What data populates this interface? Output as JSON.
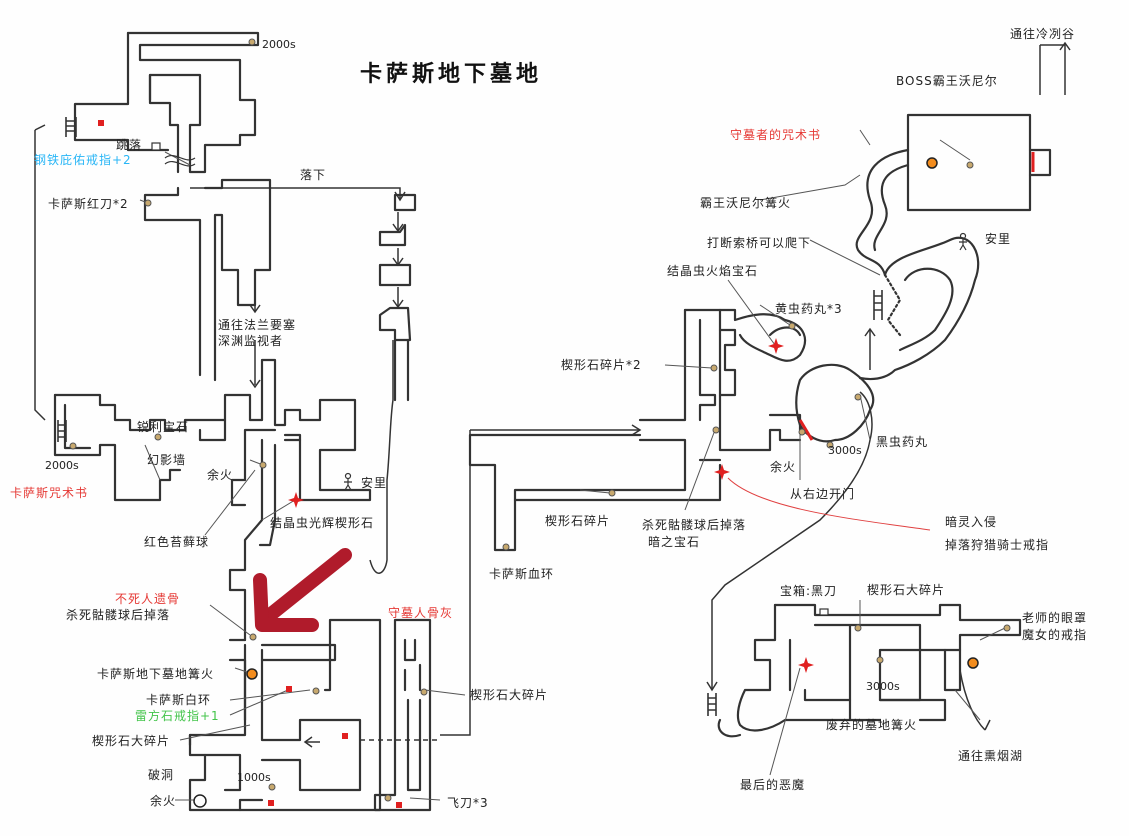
{
  "title": "卡萨斯地下墓地",
  "labels": {
    "time_2000_top": "2000s",
    "jump_down": "跳落",
    "steel_ring": "钢铁庇佑戒指+2",
    "katana": "卡萨斯红刀*2",
    "fall": "落下",
    "to_fortress": "通往法兰要塞",
    "abyss": "深渊监视者",
    "sharp_gem": "锐利宝石",
    "illusion_wall": "幻影墙",
    "time_2000_left": "2000s",
    "spell_book": "卡萨斯咒术书",
    "bonfire_mid": "余火",
    "anri": "安里",
    "red_moss": "红色苔藓球",
    "crystal_lizard_shard": "结晶虫光辉楔形石",
    "undead_bone": "不死人遗骨",
    "kill_skull_1": "杀死骷髅球后掉落",
    "bonfire_catacombs": "卡萨斯地下墓地篝火",
    "white_ring": "卡萨斯白环",
    "thunder_ring": "雷方石戒指+1",
    "large_shard_1": "楔形石大碎片",
    "broken": "破洞",
    "time_1000": "1000s",
    "bonfire_low": "余火",
    "grave_ash": "守墓人骨灰",
    "large_shard_2": "楔形石大碎片",
    "knives": "飞刀*3",
    "shard_small": "楔形石碎片",
    "kassas_circle": "卡萨斯血环",
    "to_valley": "通往冷冽谷",
    "boss": "BOSS霸王沃尼尔",
    "keeper_book": "守墓者的咒术书",
    "wolnir_bonfire": "霸王沃尼尔篝火",
    "anri_2": "安里",
    "rope_bridge": "打断索桥可以爬下",
    "crystal_gem": "结晶虫火焰宝石",
    "yellow_pill": "黄虫药丸*3",
    "shards_2": "楔形石碎片*2",
    "black_pill": "黑虫药丸",
    "bonfire_right": "余火",
    "time_3000": "3000s",
    "open_right": "从右边开门",
    "kill_skull_2": "杀死骷髅球后掉落",
    "dark_gem": "暗之宝石",
    "dark_invade": "暗灵入侵",
    "hunter_ring": "掉落狩猎骑士戒指",
    "treasure_blade": "宝箱:黑刀",
    "large_shard_3": "楔形石大碎片",
    "teacher_ring_1": "老师的眼罩",
    "teacher_ring_2": "魔女的戒指",
    "time_3000_b": "3000s",
    "abandoned_bonfire": "废弃的墓地篝火",
    "to_smouldering": "通往熏烟湖",
    "last_demon": "最后的恶魔"
  },
  "colors": {
    "wall": "#333333",
    "item": "#c8a96e",
    "bonfire": "#f28c1e",
    "red_mark": "#e02020",
    "arrow_big": "#b01b2b"
  },
  "icons": {
    "bonfire": "bonfire-icon",
    "item": "item-dot-icon",
    "chest": "chest-icon",
    "ladder": "ladder-icon",
    "npc": "npc-icon",
    "star": "red-star-icon"
  }
}
